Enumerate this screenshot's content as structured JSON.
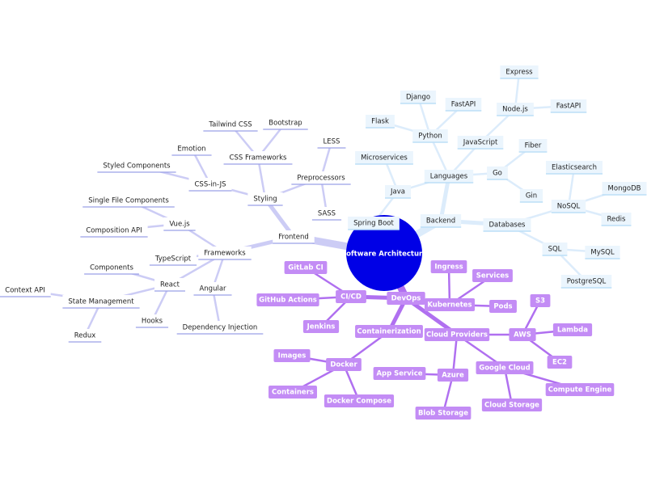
{
  "colors": {
    "root_fill": "#0000e6",
    "left_stroke": "#ccccf5",
    "left_text": "#222222",
    "left_under": "#9aa0e8",
    "backend_stroke": "#dcecfb",
    "backend_fill": "#ebf5fd",
    "backend_under": "#bcdff7",
    "backend_text": "#222222",
    "devops_stroke": "#b070f0",
    "devops_fill": "#c38cf5",
    "devops_text": "#ffffff"
  },
  "diagram": {
    "root": {
      "label": "Software Architecture"
    },
    "nodes": [
      {
        "id": "frontend",
        "label": "Frontend",
        "group": "left"
      },
      {
        "id": "styling",
        "label": "Styling",
        "group": "left"
      },
      {
        "id": "cssfw",
        "label": "CSS Frameworks",
        "group": "left"
      },
      {
        "id": "tailwind",
        "label": "Tailwind CSS",
        "group": "left"
      },
      {
        "id": "bootstrap",
        "label": "Bootstrap",
        "group": "left"
      },
      {
        "id": "cssinjs",
        "label": "CSS-in-JS",
        "group": "left"
      },
      {
        "id": "emotion",
        "label": "Emotion",
        "group": "left"
      },
      {
        "id": "styled",
        "label": "Styled Components",
        "group": "left"
      },
      {
        "id": "preproc",
        "label": "Preprocessors",
        "group": "left"
      },
      {
        "id": "less",
        "label": "LESS",
        "group": "left"
      },
      {
        "id": "sass",
        "label": "SASS",
        "group": "left"
      },
      {
        "id": "frameworks",
        "label": "Frameworks",
        "group": "left"
      },
      {
        "id": "vue",
        "label": "Vue.js",
        "group": "left"
      },
      {
        "id": "sfc",
        "label": "Single File Components",
        "group": "left"
      },
      {
        "id": "compapi",
        "label": "Composition API",
        "group": "left"
      },
      {
        "id": "typescript",
        "label": "TypeScript",
        "group": "left"
      },
      {
        "id": "react",
        "label": "React",
        "group": "left"
      },
      {
        "id": "components",
        "label": "Components",
        "group": "left"
      },
      {
        "id": "statemgmt",
        "label": "State Management",
        "group": "left"
      },
      {
        "id": "contextapi",
        "label": "Context API",
        "group": "left"
      },
      {
        "id": "redux",
        "label": "Redux",
        "group": "left"
      },
      {
        "id": "hooks",
        "label": "Hooks",
        "group": "left"
      },
      {
        "id": "angular",
        "label": "Angular",
        "group": "left"
      },
      {
        "id": "di",
        "label": "Dependency Injection",
        "group": "left"
      },
      {
        "id": "backend",
        "label": "Backend",
        "group": "backend"
      },
      {
        "id": "languages",
        "label": "Languages",
        "group": "backend"
      },
      {
        "id": "python",
        "label": "Python",
        "group": "backend"
      },
      {
        "id": "django",
        "label": "Django",
        "group": "backend"
      },
      {
        "id": "fastapi1",
        "label": "FastAPI",
        "group": "backend"
      },
      {
        "id": "flask",
        "label": "Flask",
        "group": "backend"
      },
      {
        "id": "javascript",
        "label": "JavaScript",
        "group": "backend"
      },
      {
        "id": "nodejs",
        "label": "Node.js",
        "group": "backend"
      },
      {
        "id": "express",
        "label": "Express",
        "group": "backend"
      },
      {
        "id": "fastapi2",
        "label": "FastAPI",
        "group": "backend"
      },
      {
        "id": "go",
        "label": "Go",
        "group": "backend"
      },
      {
        "id": "fiber",
        "label": "Fiber",
        "group": "backend"
      },
      {
        "id": "gin",
        "label": "Gin",
        "group": "backend"
      },
      {
        "id": "java",
        "label": "Java",
        "group": "backend"
      },
      {
        "id": "micro",
        "label": "Microservices",
        "group": "backend"
      },
      {
        "id": "springboot",
        "label": "Spring Boot",
        "group": "backend"
      },
      {
        "id": "databases",
        "label": "Databases",
        "group": "backend"
      },
      {
        "id": "nosql",
        "label": "NoSQL",
        "group": "backend"
      },
      {
        "id": "elastic",
        "label": "Elasticsearch",
        "group": "backend"
      },
      {
        "id": "mongo",
        "label": "MongoDB",
        "group": "backend"
      },
      {
        "id": "redis",
        "label": "Redis",
        "group": "backend"
      },
      {
        "id": "sql",
        "label": "SQL",
        "group": "backend"
      },
      {
        "id": "mysql",
        "label": "MySQL",
        "group": "backend"
      },
      {
        "id": "postgres",
        "label": "PostgreSQL",
        "group": "backend"
      },
      {
        "id": "devops",
        "label": "DevOps",
        "group": "devops"
      },
      {
        "id": "cicd",
        "label": "CI/CD",
        "group": "devops"
      },
      {
        "id": "gitlab",
        "label": "GitLab CI",
        "group": "devops"
      },
      {
        "id": "ghactions",
        "label": "GitHub Actions",
        "group": "devops"
      },
      {
        "id": "jenkins",
        "label": "Jenkins",
        "group": "devops"
      },
      {
        "id": "kubernetes",
        "label": "Kubernetes",
        "group": "devops"
      },
      {
        "id": "ingress",
        "label": "Ingress",
        "group": "devops"
      },
      {
        "id": "services",
        "label": "Services",
        "group": "devops"
      },
      {
        "id": "pods",
        "label": "Pods",
        "group": "devops"
      },
      {
        "id": "container",
        "label": "Containerization",
        "group": "devops"
      },
      {
        "id": "docker",
        "label": "Docker",
        "group": "devops"
      },
      {
        "id": "images",
        "label": "Images",
        "group": "devops"
      },
      {
        "id": "containers",
        "label": "Containers",
        "group": "devops"
      },
      {
        "id": "compose",
        "label": "Docker Compose",
        "group": "devops"
      },
      {
        "id": "cloud",
        "label": "Cloud Providers",
        "group": "devops"
      },
      {
        "id": "aws",
        "label": "AWS",
        "group": "devops"
      },
      {
        "id": "s3",
        "label": "S3",
        "group": "devops"
      },
      {
        "id": "lambda",
        "label": "Lambda",
        "group": "devops"
      },
      {
        "id": "ec2",
        "label": "EC2",
        "group": "devops"
      },
      {
        "id": "azure",
        "label": "Azure",
        "group": "devops"
      },
      {
        "id": "appservice",
        "label": "App Service",
        "group": "devops"
      },
      {
        "id": "blob",
        "label": "Blob Storage",
        "group": "devops"
      },
      {
        "id": "gcloud",
        "label": "Google Cloud",
        "group": "devops"
      },
      {
        "id": "cloudstorage",
        "label": "Cloud Storage",
        "group": "devops"
      },
      {
        "id": "compute",
        "label": "Compute Engine",
        "group": "devops"
      }
    ],
    "edges": [
      [
        "root",
        "frontend"
      ],
      [
        "frontend",
        "styling"
      ],
      [
        "styling",
        "cssfw"
      ],
      [
        "cssfw",
        "tailwind"
      ],
      [
        "cssfw",
        "bootstrap"
      ],
      [
        "styling",
        "cssinjs"
      ],
      [
        "cssinjs",
        "emotion"
      ],
      [
        "cssinjs",
        "styled"
      ],
      [
        "styling",
        "preproc"
      ],
      [
        "preproc",
        "less"
      ],
      [
        "preproc",
        "sass"
      ],
      [
        "frontend",
        "frameworks"
      ],
      [
        "frameworks",
        "vue"
      ],
      [
        "vue",
        "sfc"
      ],
      [
        "vue",
        "compapi"
      ],
      [
        "frameworks",
        "typescript"
      ],
      [
        "frameworks",
        "react"
      ],
      [
        "react",
        "components"
      ],
      [
        "react",
        "statemgmt"
      ],
      [
        "statemgmt",
        "contextapi"
      ],
      [
        "statemgmt",
        "redux"
      ],
      [
        "react",
        "hooks"
      ],
      [
        "frameworks",
        "angular"
      ],
      [
        "angular",
        "di"
      ],
      [
        "root",
        "backend"
      ],
      [
        "backend",
        "languages"
      ],
      [
        "languages",
        "python"
      ],
      [
        "python",
        "django"
      ],
      [
        "python",
        "fastapi1"
      ],
      [
        "python",
        "flask"
      ],
      [
        "languages",
        "javascript"
      ],
      [
        "javascript",
        "nodejs"
      ],
      [
        "nodejs",
        "express"
      ],
      [
        "nodejs",
        "fastapi2"
      ],
      [
        "languages",
        "go"
      ],
      [
        "go",
        "fiber"
      ],
      [
        "go",
        "gin"
      ],
      [
        "languages",
        "java"
      ],
      [
        "java",
        "micro"
      ],
      [
        "java",
        "springboot"
      ],
      [
        "backend",
        "databases"
      ],
      [
        "databases",
        "nosql"
      ],
      [
        "nosql",
        "elastic"
      ],
      [
        "nosql",
        "mongo"
      ],
      [
        "nosql",
        "redis"
      ],
      [
        "databases",
        "sql"
      ],
      [
        "sql",
        "mysql"
      ],
      [
        "sql",
        "postgres"
      ],
      [
        "root",
        "devops"
      ],
      [
        "devops",
        "cicd"
      ],
      [
        "cicd",
        "gitlab"
      ],
      [
        "cicd",
        "ghactions"
      ],
      [
        "cicd",
        "jenkins"
      ],
      [
        "devops",
        "kubernetes"
      ],
      [
        "kubernetes",
        "ingress"
      ],
      [
        "kubernetes",
        "services"
      ],
      [
        "kubernetes",
        "pods"
      ],
      [
        "devops",
        "container"
      ],
      [
        "container",
        "docker"
      ],
      [
        "docker",
        "images"
      ],
      [
        "docker",
        "containers"
      ],
      [
        "docker",
        "compose"
      ],
      [
        "devops",
        "cloud"
      ],
      [
        "cloud",
        "aws"
      ],
      [
        "aws",
        "s3"
      ],
      [
        "aws",
        "lambda"
      ],
      [
        "aws",
        "ec2"
      ],
      [
        "cloud",
        "azure"
      ],
      [
        "azure",
        "appservice"
      ],
      [
        "azure",
        "blob"
      ],
      [
        "cloud",
        "gcloud"
      ],
      [
        "gcloud",
        "cloudstorage"
      ],
      [
        "gcloud",
        "compute"
      ]
    ]
  }
}
